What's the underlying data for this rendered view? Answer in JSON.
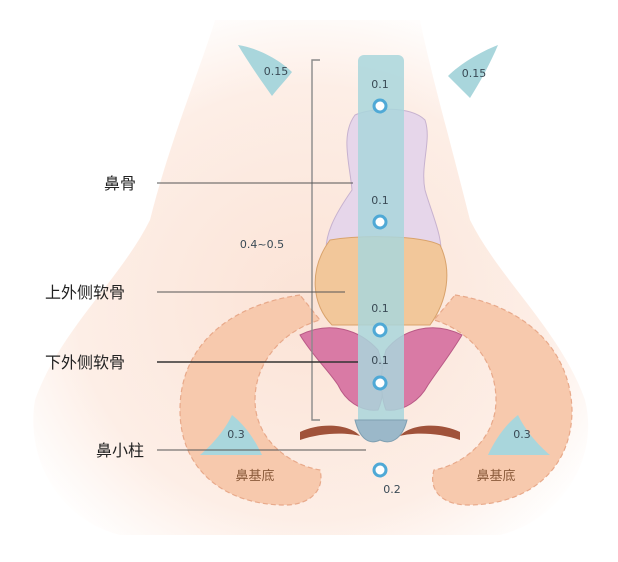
{
  "labels": {
    "nasal_bone": "鼻骨",
    "upper_lateral": "上外侧软骨",
    "lower_lateral": "下外侧软骨",
    "columella": "鼻小柱"
  },
  "bases": {
    "left": "鼻基底",
    "right": "鼻基底"
  },
  "thickness": {
    "range": "0.4~0.5",
    "brow_left": "0.15",
    "brow_right": "0.15",
    "point_1": "0.1",
    "point_2": "0.1",
    "point_3": "0.1",
    "point_4": "0.1",
    "tip": "0.2",
    "base_left": "0.3",
    "base_right": "0.3"
  },
  "colors": {
    "skin": "#fbe3d6",
    "cheek": "#f7c9ad",
    "nasal_bone": "#e6d6ea",
    "upper_cartilage": "#f2c79a",
    "lower_cartilage": "#d97aa5",
    "septum": "#a9d6dc",
    "marker": "#4fa9d6",
    "nostril": "#a0523a"
  }
}
